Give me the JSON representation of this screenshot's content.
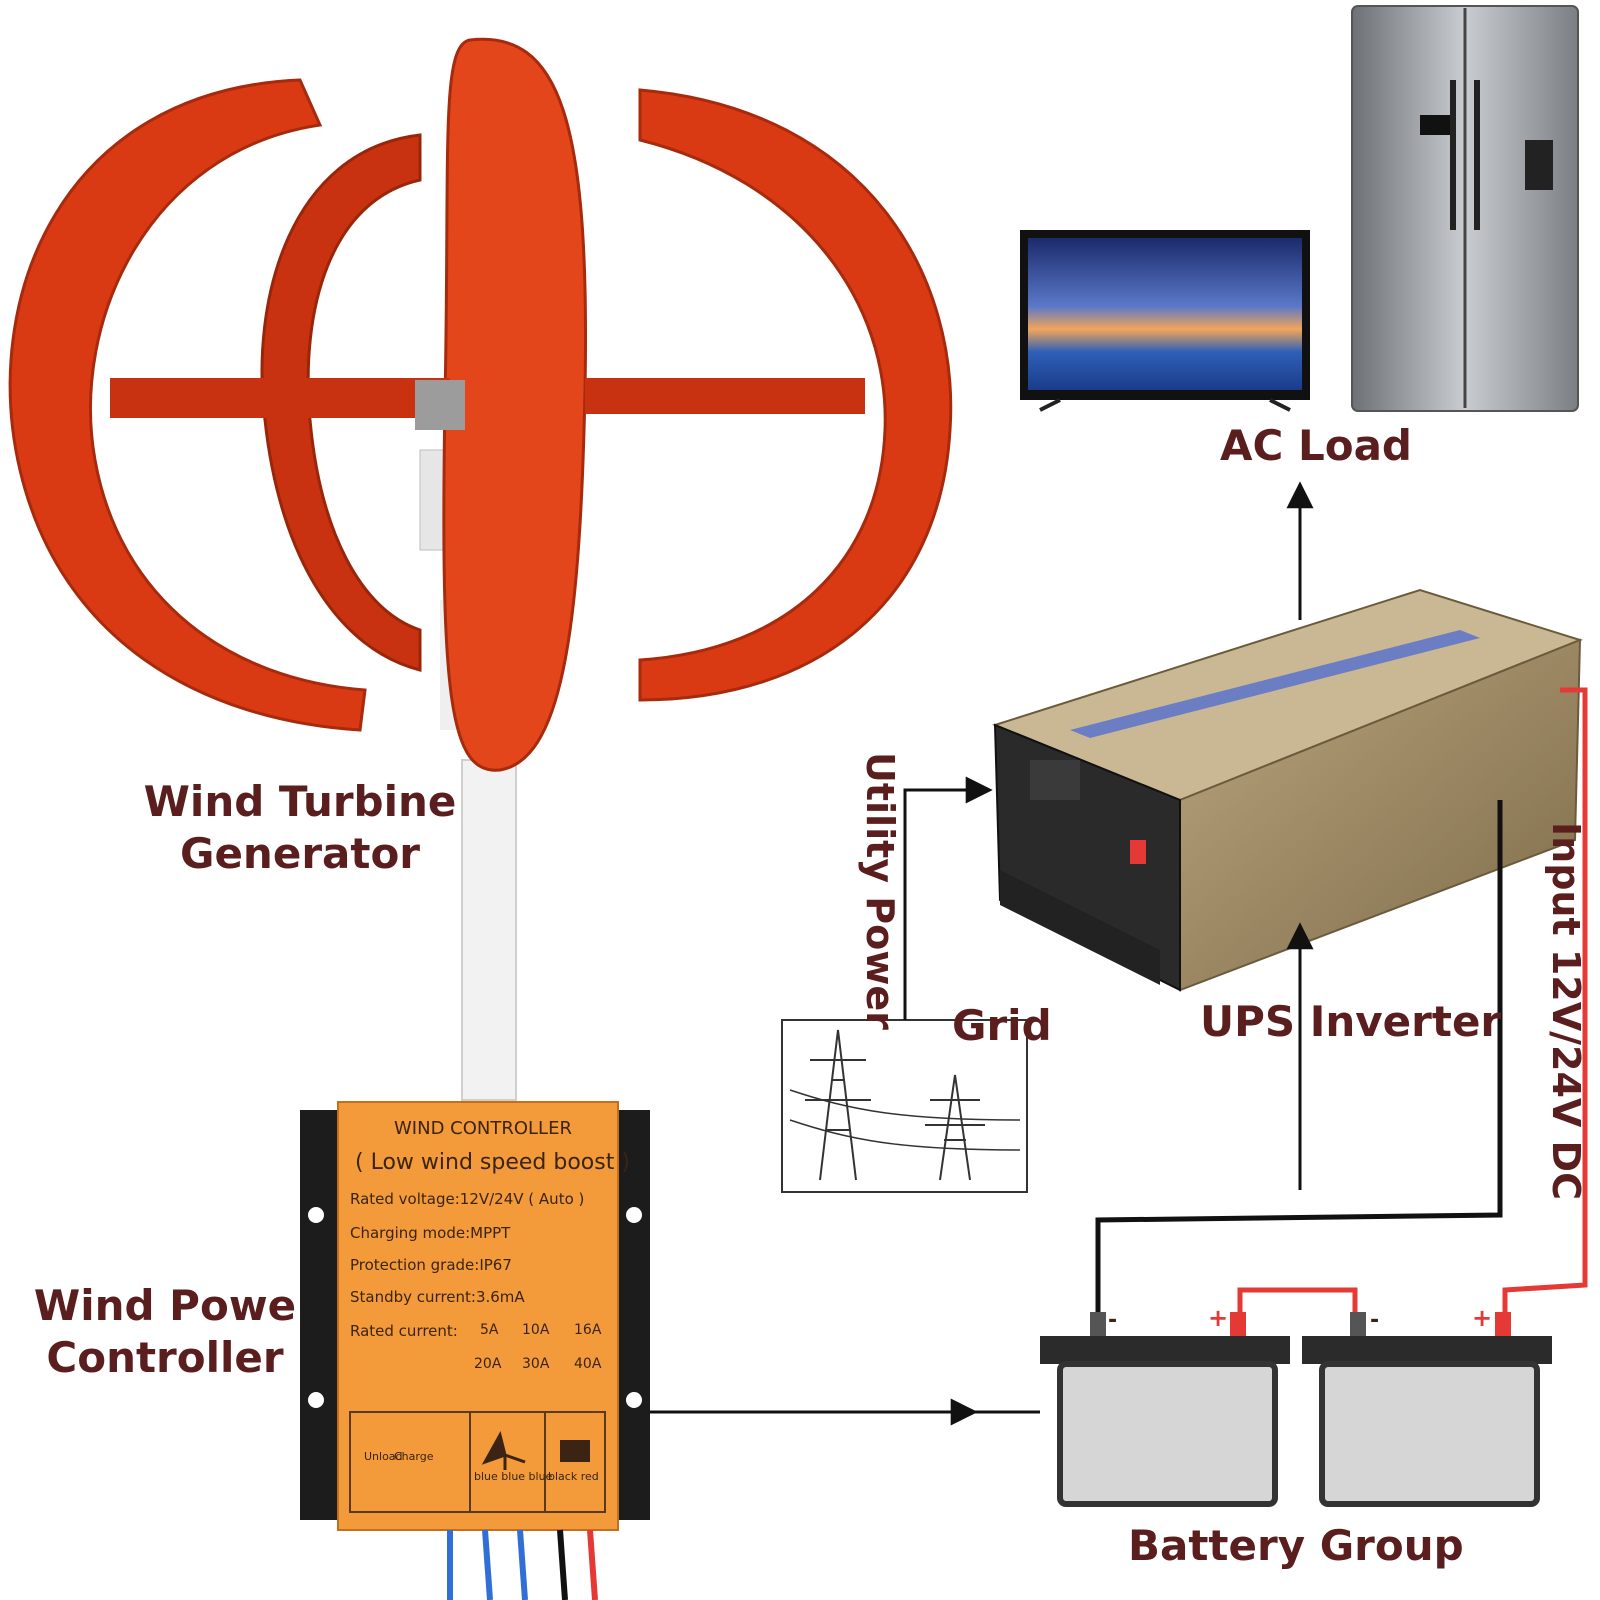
{
  "labels": {
    "turbine_line1": "Wind Turbine",
    "turbine_line2": "Generator",
    "controller_line1": "Wind Powe",
    "controller_line2": "Controller",
    "ac_load": "AC Load",
    "ups_inverter": "UPS Inverter",
    "grid": "Grid",
    "utility_power": "Utility Power",
    "input_dc": "Input 12V/24V DC",
    "battery_group": "Battery Group"
  },
  "controller": {
    "title": "WIND CONTROLLER",
    "subtitle": "( Low wind speed boost )",
    "rated_voltage": "Rated voltage:12V/24V ( Auto )",
    "charging_mode": "Charging mode:MPPT",
    "protection": "Protection grade:IP67",
    "standby": "Standby current:3.6mA",
    "rated_current_label": "Rated current:",
    "current_options": [
      "5A",
      "10A",
      "16A",
      "20A",
      "30A",
      "40A"
    ],
    "unload": "Unload",
    "charge": "Charge",
    "wire_blue": "blue blue blue",
    "wire_black_red": "black red"
  },
  "battery": {
    "plus": "+",
    "minus": "-"
  },
  "colors": {
    "label": "#5a1e1e",
    "turbine_red": "#d93a14",
    "controller_orange": "#f39a3a",
    "wire_red": "#e53935",
    "wire_black": "#111111"
  }
}
